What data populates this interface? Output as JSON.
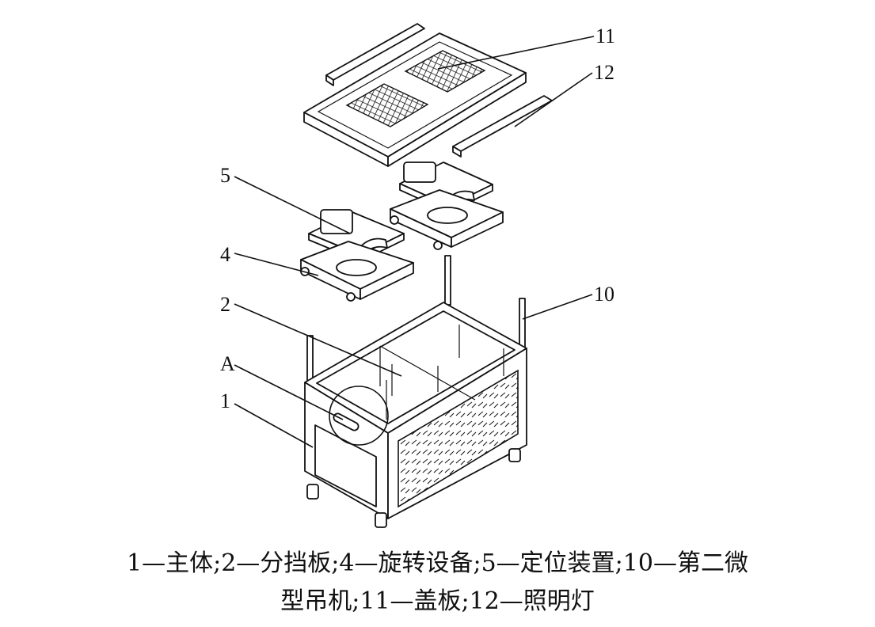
{
  "labels": {
    "l11": "11",
    "l12": "12",
    "l5": "5",
    "l4": "4",
    "l2": "2",
    "l10": "10",
    "lA": "A",
    "l1": "1"
  },
  "caption": {
    "line1": "1—主体;2—分挡板;4—旋转设备;5—定位装置;10—第二微",
    "line2": "型吊机;11—盖板;12—照明灯"
  }
}
